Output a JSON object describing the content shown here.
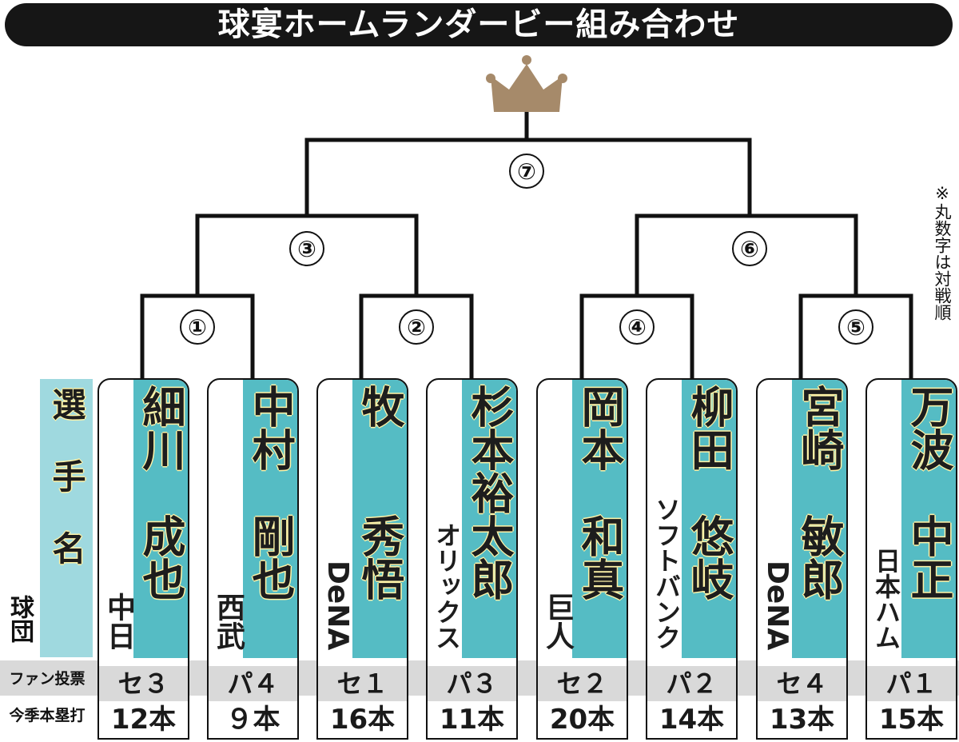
{
  "title": "球宴ホームランダービー組み合わせ",
  "note": "※丸数字は対戦順",
  "labels": {
    "player_name": "選手名",
    "team": "球団",
    "fan_vote": "ファン投票",
    "season_hr": "今季本塁打"
  },
  "matches": [
    "①",
    "②",
    "③",
    "④",
    "⑤",
    "⑥",
    "⑦"
  ],
  "players": [
    {
      "name": "細川　成也",
      "team": "中日",
      "vote": "セ３",
      "hr": "12本"
    },
    {
      "name": "中村　剛也",
      "team": "西武",
      "vote": "パ４",
      "hr": "９本"
    },
    {
      "name": "牧　　秀悟",
      "team": "DeNA",
      "vote": "セ１",
      "hr": "16本"
    },
    {
      "name": "杉本裕太郎",
      "team": "オリックス",
      "vote": "パ３",
      "hr": "11本"
    },
    {
      "name": "岡本　和真",
      "team": "巨人",
      "vote": "セ２",
      "hr": "20本"
    },
    {
      "name": "柳田　悠岐",
      "team": "ソフトバンク",
      "vote": "パ２",
      "hr": "14本"
    },
    {
      "name": "宮崎　敏郎",
      "team": "DeNA",
      "vote": "セ４",
      "hr": "13本"
    },
    {
      "name": "万波　中正",
      "team": "日本ハム",
      "vote": "パ１",
      "hr": "15本"
    }
  ],
  "colors": {
    "name_band": "#55bcc4",
    "label_band": "#9fd9df",
    "crown": "#a68a6a",
    "vote_row": "#d9d9d9"
  }
}
